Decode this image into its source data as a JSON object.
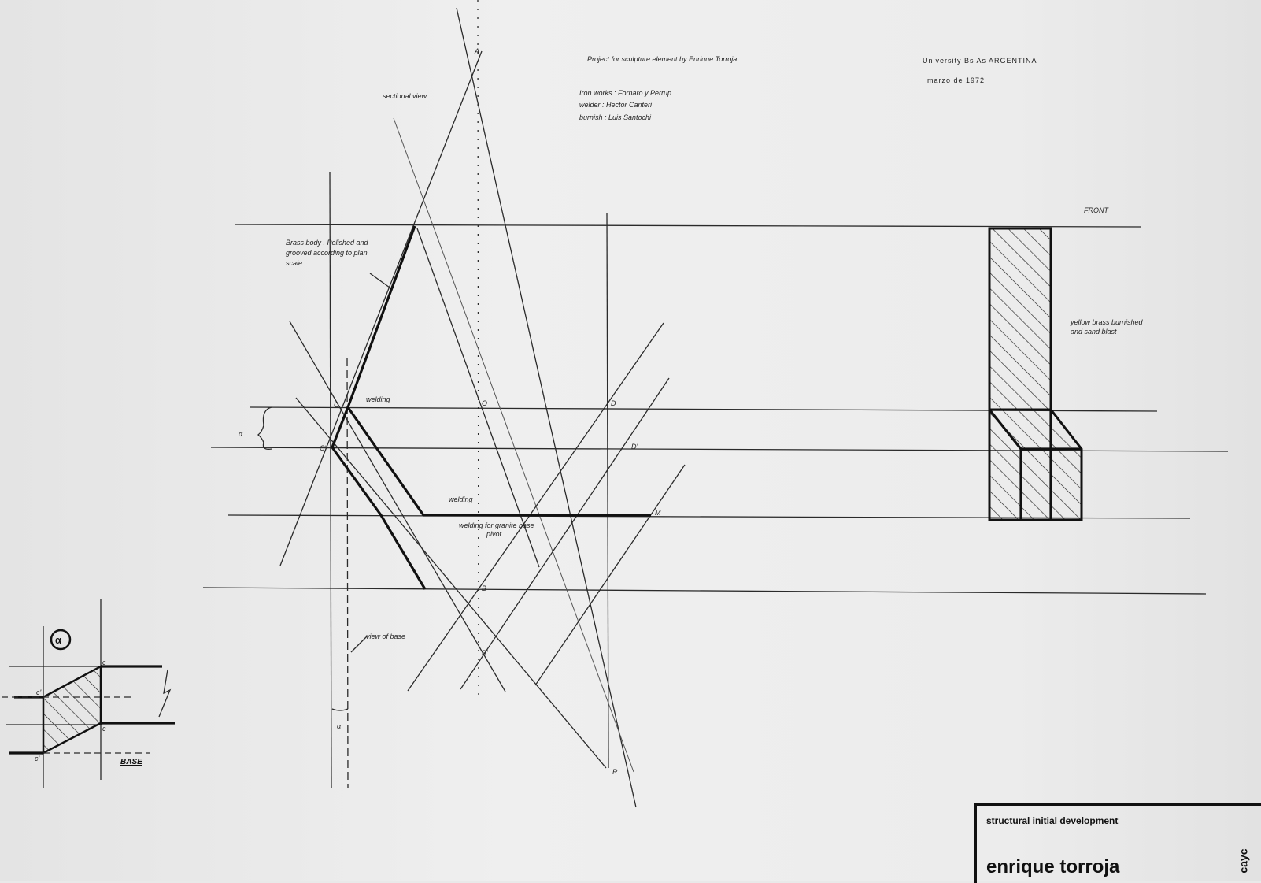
{
  "header": {
    "project": "Project for sculpture element by Enrique Torroja",
    "iron_works": "Iron works : Fornaro y Perrup",
    "welder": "welder : Hector Canteri",
    "burnish": "burnish : Luis Santochi",
    "location": "University Bs As ARGENTINA",
    "date": "marzo de 1972"
  },
  "annotations": {
    "sectional_view": "sectional view",
    "brass_body_1": "Brass body . Polished and",
    "brass_body_2": "grooved according to plan",
    "brass_body_3": "scale",
    "welding_top": "welding",
    "welding_bottom": "welding",
    "granite_1": "welding for granite base",
    "granite_2": "pivot",
    "view_of_base": "view of base",
    "front": "FRONT",
    "yellow_brass_1": "yellow brass burnished",
    "yellow_brass_2": "and sand blast",
    "base": "BASE"
  },
  "points": {
    "A": "A",
    "C": "C",
    "C_prime": "C'",
    "O": "O",
    "D": "D",
    "D_prime": "D'",
    "M": "M",
    "B": "B",
    "B_prime": "B'",
    "R": "R",
    "alpha": "α",
    "alpha_circle": "α",
    "c1": "c",
    "c2": "c'",
    "c3": "c",
    "c4": "c'"
  },
  "title_block": {
    "subtitle": "structural initial development",
    "name": "enrique torroja",
    "code": "cayc"
  }
}
